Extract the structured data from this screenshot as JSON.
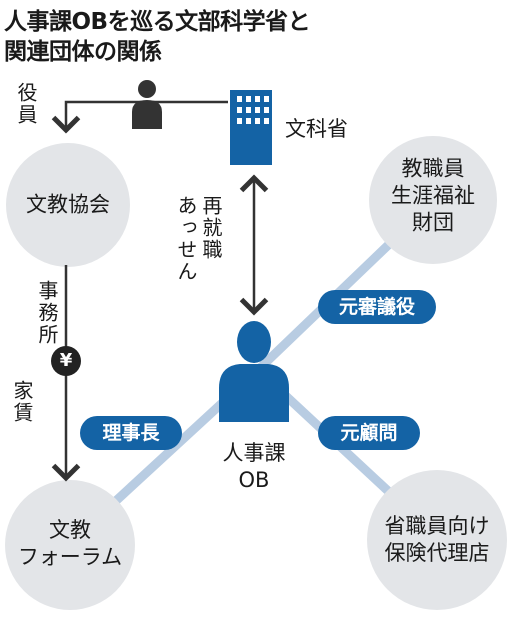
{
  "title": {
    "line1": "人事課OBを巡る文部科学省と",
    "line2": "関連団体の関係"
  },
  "nodes": {
    "ministry": "文科省",
    "foundation_line1": "教職員",
    "foundation_line2": "生涯福祉",
    "foundation_line3": "財団",
    "kyokai": "文教協会",
    "forum_line1": "文教",
    "forum_line2": "フォーラム",
    "agency_line1": "省職員向け",
    "agency_line2": "保険代理店",
    "ob_line1": "人事課",
    "ob_line2": "OB"
  },
  "edge_labels": {
    "yakuin": "役員",
    "saishushoku": "再就職",
    "assen": "あっせん",
    "jimusho": "事務所",
    "yachin": "家賃",
    "yen": "¥"
  },
  "roles": {
    "shingiyaku": "元審議役",
    "rijicho": "理事長",
    "komon": "元顧問"
  },
  "colors": {
    "accent_blue": "#1463a5",
    "light_blue": "#b8cce2",
    "circle_gray": "#e3e5e8",
    "person_dark": "#333333"
  }
}
